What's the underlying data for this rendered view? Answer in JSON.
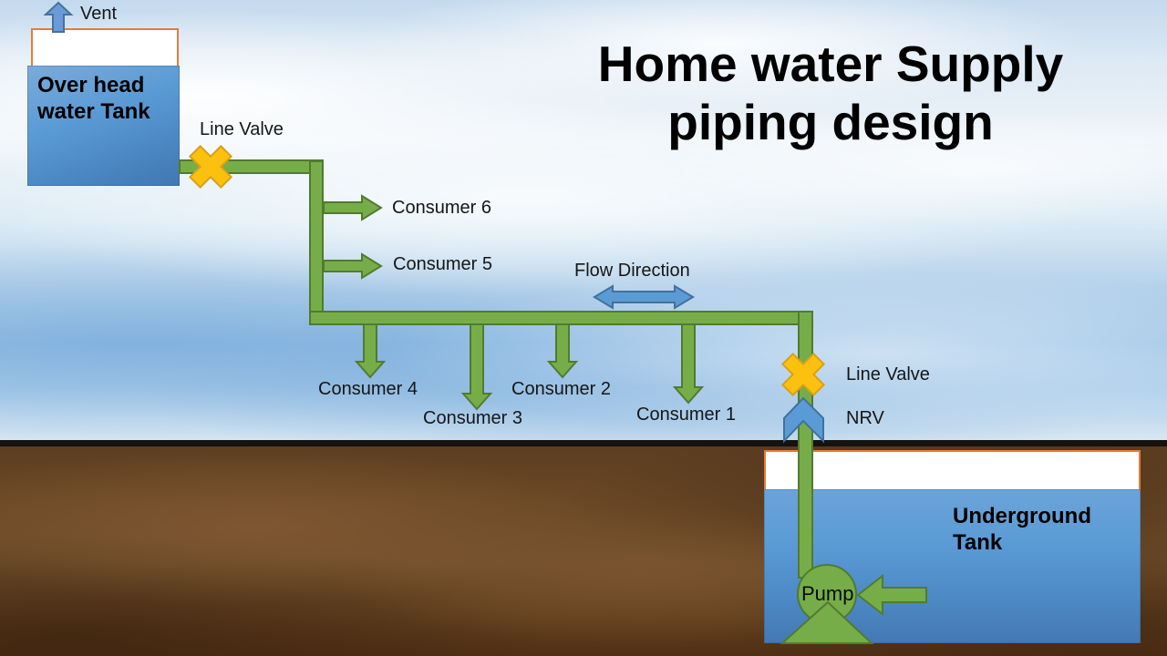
{
  "title": {
    "line1": "Home water Supply",
    "line2": "piping design"
  },
  "overhead_tank": {
    "label": "Over head water Tank",
    "vent_label": "Vent",
    "valve_label": "Line Valve"
  },
  "consumers": [
    {
      "label": "Consumer 1"
    },
    {
      "label": "Consumer 2"
    },
    {
      "label": "Consumer 3"
    },
    {
      "label": "Consumer 4"
    },
    {
      "label": "Consumer 5"
    },
    {
      "label": "Consumer 6"
    }
  ],
  "flow": {
    "label": "Flow Direction"
  },
  "right_assembly": {
    "valve_label": "Line Valve",
    "nrv_label": "NRV"
  },
  "underground_tank": {
    "label": "Underground Tank",
    "pump_label": "Pump"
  },
  "icons": [
    "vent-arrow-icon",
    "line-valve-icon",
    "flow-direction-arrow-icon",
    "consumer-arrow-icon",
    "nrv-chevron-icon",
    "pump-icon",
    "pump-inlet-arrow-icon"
  ],
  "colors": {
    "pipe_green": "#76ad49",
    "pipe_border": "#527a30",
    "valve_yellow": "#fcc10f",
    "valve_border": "#d8a118",
    "arrow_blue": "#5b9bd5",
    "arrow_blue_border": "#41719c",
    "tank_water_blue": "#5b9bd5",
    "tank_border_orange": "#e27d3a",
    "soil_brown": "#6b4828",
    "sky_blue": "#a9cbe9",
    "title_color": "#000000"
  }
}
